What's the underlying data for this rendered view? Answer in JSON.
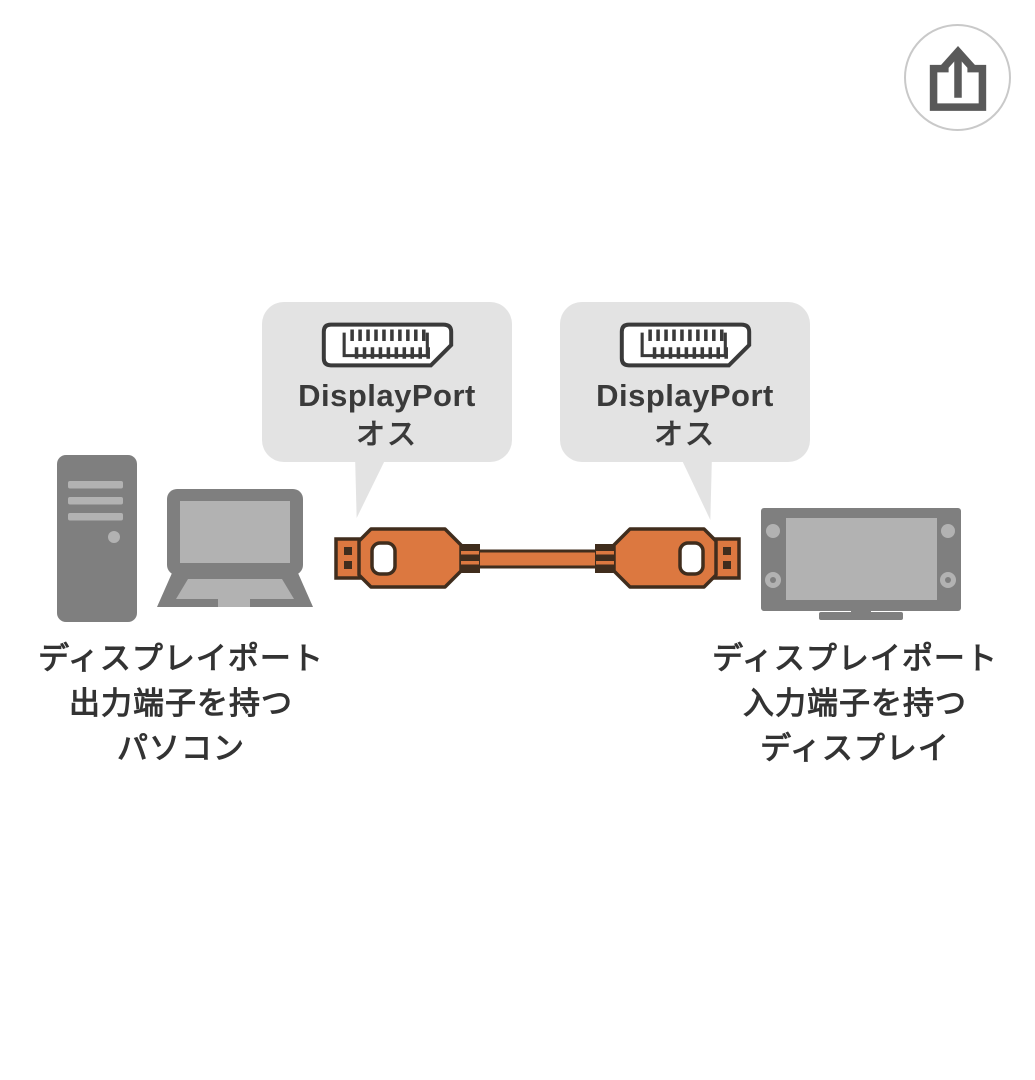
{
  "share": {
    "icon": "share-upload-icon"
  },
  "callout_left": {
    "icon": "displayport-connector-icon",
    "title": "DisplayPort",
    "subtitle": "オス"
  },
  "callout_right": {
    "icon": "displayport-connector-icon",
    "title": "DisplayPort",
    "subtitle": "オス"
  },
  "label_left": {
    "lines": [
      "ディスプレイポート",
      "出力端子を持つ",
      "パソコン"
    ]
  },
  "label_right": {
    "lines": [
      "ディスプレイポート",
      "入力端子を持つ",
      "ディスプレイ"
    ]
  },
  "devices": {
    "left": "pc-tower-and-laptop",
    "right": "display-monitor",
    "cable": "displayport-male-to-male-cable"
  },
  "colors": {
    "background": "#ffffff",
    "bubble_gray": "#e3e3e3",
    "device_gray": "#7f7f7f",
    "device_light_gray": "#b2b2b2",
    "cable_orange": "#dc7840",
    "cable_outline": "#402d1d",
    "text_dark": "#3a3a3a",
    "label_text": "#333333",
    "share_icon_gray": "#595959",
    "share_circle_border": "#c9c9c9"
  }
}
